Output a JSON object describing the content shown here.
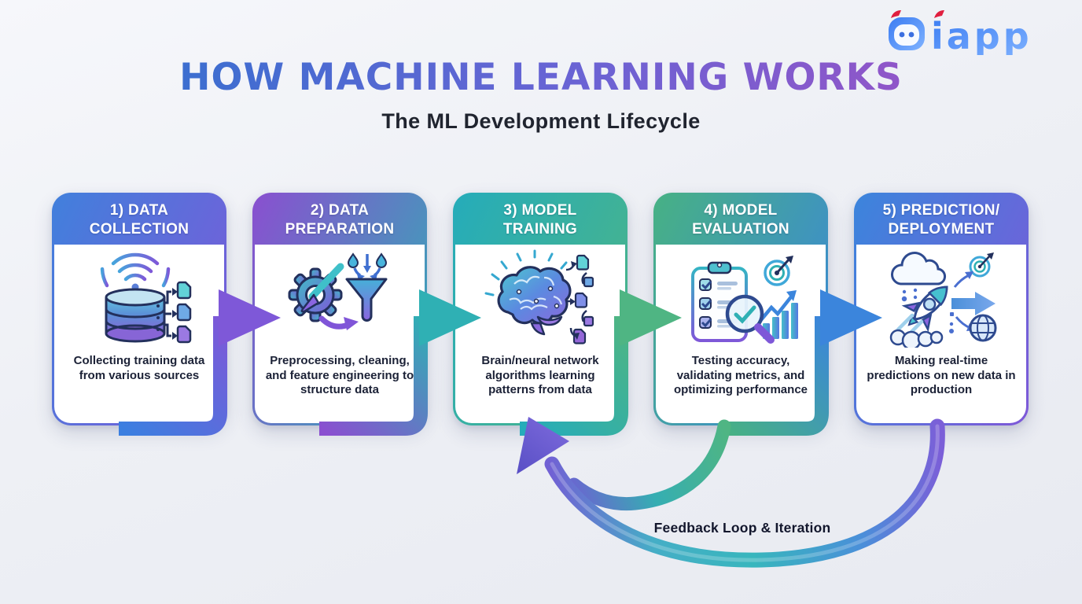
{
  "page": {
    "background_top": "#f6f7fb",
    "background_bottom": "#e8eaf1"
  },
  "logo": {
    "text": "iapp",
    "icon": "robot-head-icon",
    "gradient_start": "#3b7cf2",
    "gradient_end": "#7fb2ff",
    "accent_color": "#e01f3f"
  },
  "header": {
    "title": "HOW MACHINE LEARNING WORKS",
    "subtitle": "The ML Development Lifecycle",
    "title_gradient_start": "#3a6fd0",
    "title_gradient_end": "#9255c8"
  },
  "steps": [
    {
      "number": "1",
      "title_line1": "1) DATA",
      "title_line2": "COLLECTION",
      "description": "Collecting training data from various sources",
      "icon": "database-collection-icon",
      "gradient_start": "#4180dc",
      "gradient_end": "#7e58d8"
    },
    {
      "number": "2",
      "title_line1": "2) DATA",
      "title_line2": "PREPARATION",
      "description": "Preprocessing, cleaning, and feature engineering to structure data",
      "icon": "gear-funnel-icon",
      "gradient_start": "#8a4fd0",
      "gradient_end": "#2fb0b4"
    },
    {
      "number": "3",
      "title_line1": "3) MODEL",
      "title_line2": "TRAINING",
      "description": "Brain/neural network algorithms learning patterns from data",
      "icon": "brain-network-icon",
      "gradient_start": "#25acba",
      "gradient_end": "#4fb583"
    },
    {
      "number": "4",
      "title_line1": "4) MODEL",
      "title_line2": "EVALUATION",
      "description": "Testing accuracy, validating metrics, and optimizing performance",
      "icon": "clipboard-metrics-icon",
      "gradient_start": "#47b184",
      "gradient_end": "#3b85dc"
    },
    {
      "number": "5",
      "title_line1": "5) PREDICTION/",
      "title_line2": "DEPLOYMENT",
      "description": "Making real-time predictions on new data in production",
      "icon": "rocket-deployment-icon",
      "gradient_start": "#3b85dc",
      "gradient_end": "#7e58d8"
    }
  ],
  "flow": {
    "connector_gradients": [
      [
        "#3b7fe0",
        "#7e58d8"
      ],
      [
        "#8a4fd0",
        "#2fb0b4"
      ],
      [
        "#25acba",
        "#4fb583"
      ],
      [
        "#47b184",
        "#3b85dc"
      ]
    ],
    "feedback_loop": {
      "label": "Feedback Loop & Iteration",
      "colors": [
        "#6a58cc",
        "#38b6bd",
        "#4a8fd9",
        "#7b5fd8"
      ]
    }
  }
}
